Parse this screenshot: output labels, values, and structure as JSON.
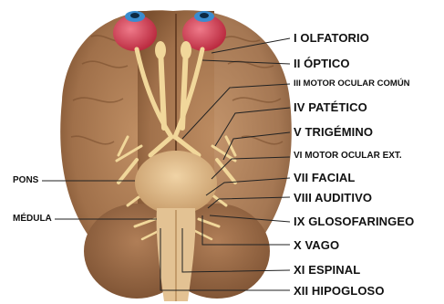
{
  "nerves": [
    {
      "id": "i",
      "label": "I OLFATORIO"
    },
    {
      "id": "ii",
      "label": "II ÓPTICO"
    },
    {
      "id": "iii",
      "label": "III MOTOR OCULAR COMÚN"
    },
    {
      "id": "iv",
      "label": "IV PATÉTICO"
    },
    {
      "id": "v",
      "label": "V TRIGÉMINO"
    },
    {
      "id": "vi",
      "label": "VI MOTOR OCULAR EXT."
    },
    {
      "id": "vii",
      "label": "VII FACIAL"
    },
    {
      "id": "viii",
      "label": "VIII AUDITIVO"
    },
    {
      "id": "ix",
      "label": "IX GLOSOFARINGEO"
    },
    {
      "id": "x",
      "label": "X VAGO"
    },
    {
      "id": "xi",
      "label": "XI ESPINAL"
    },
    {
      "id": "xii",
      "label": "XII HIPOGLOSO"
    }
  ],
  "structures": {
    "pons": "PONS",
    "medulla": "MÉDULA"
  },
  "colors": {
    "brain": "#a9784f",
    "brain_dark": "#7a4f2e",
    "cerebellum": "#9c6b44",
    "nerve": "#f1d79a",
    "eye": "#d9475a",
    "iris": "#3a8ccf",
    "line": "#222222"
  }
}
